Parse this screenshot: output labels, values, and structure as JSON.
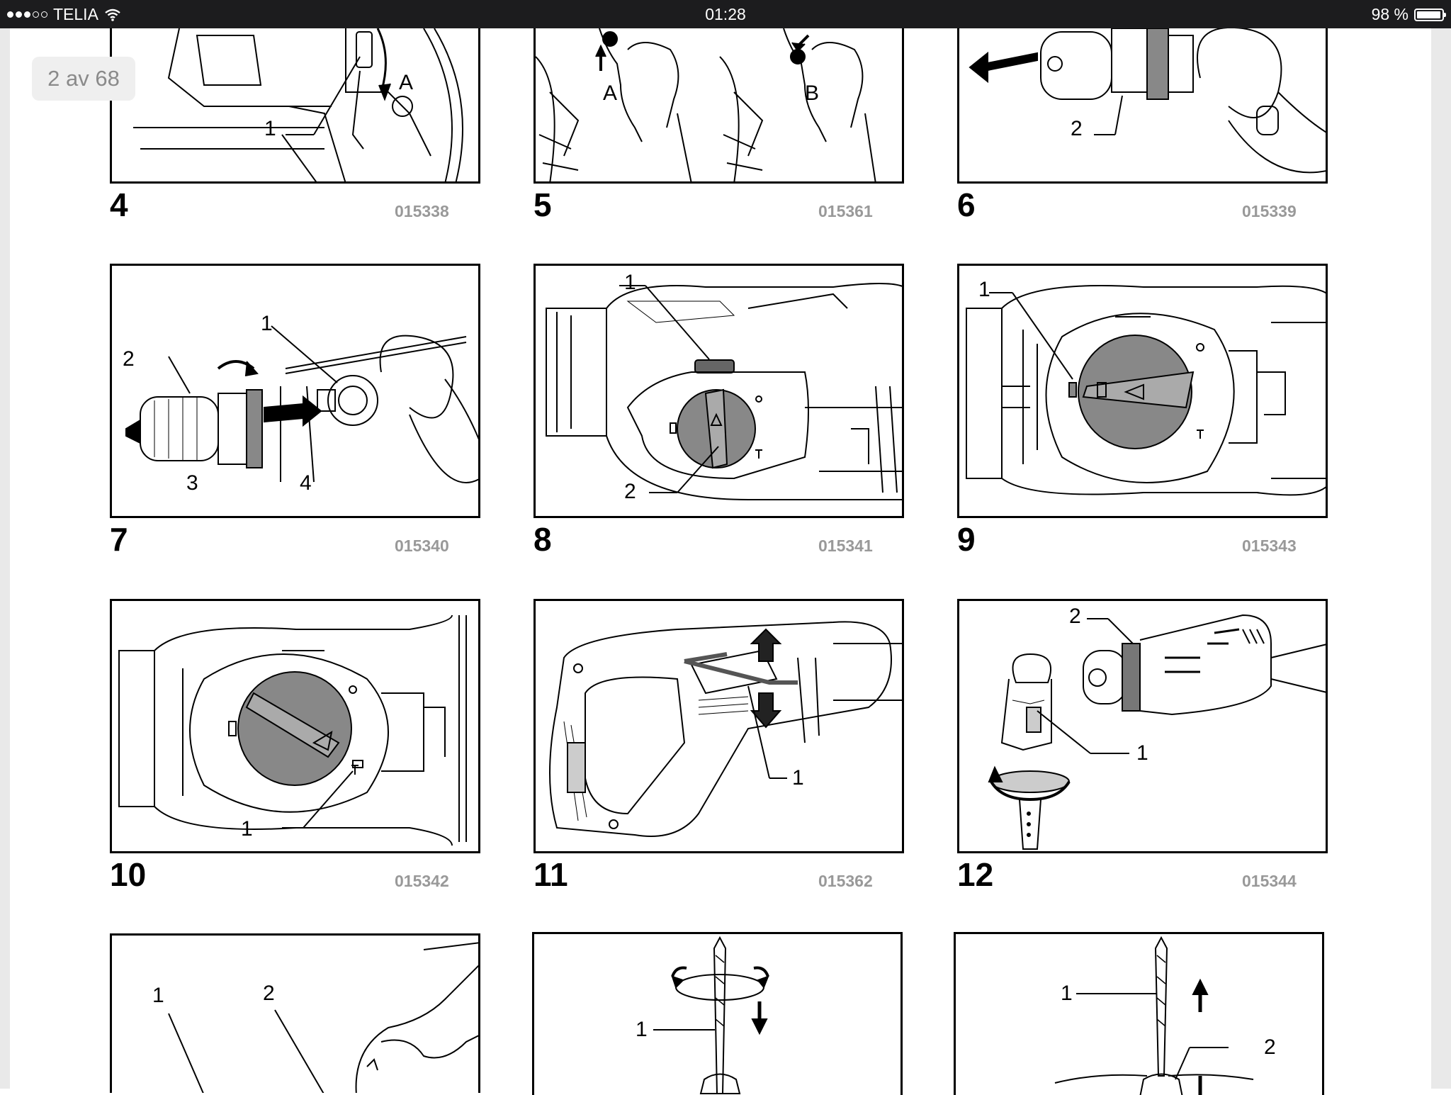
{
  "status_bar": {
    "carrier": "TELIA",
    "time": "01:28",
    "battery_text": "98 %",
    "battery_level": 0.98
  },
  "viewer": {
    "page_indicator": "2 av 68"
  },
  "figures": [
    {
      "number": "4",
      "code": "015338",
      "callouts": [
        "1"
      ],
      "letters": [
        "A"
      ]
    },
    {
      "number": "5",
      "code": "015361",
      "letters": [
        "A",
        "B"
      ]
    },
    {
      "number": "6",
      "code": "015339",
      "callouts": [
        "2"
      ]
    },
    {
      "number": "7",
      "code": "015340",
      "callouts": [
        "1",
        "2",
        "3",
        "4"
      ]
    },
    {
      "number": "8",
      "code": "015341",
      "callouts": [
        "1",
        "2"
      ]
    },
    {
      "number": "9",
      "code": "015343",
      "callouts": [
        "1"
      ]
    },
    {
      "number": "10",
      "code": "015342",
      "callouts": [
        "1"
      ]
    },
    {
      "number": "11",
      "code": "015362",
      "callouts": [
        "1"
      ]
    },
    {
      "number": "12",
      "code": "015344",
      "callouts": [
        "2",
        "1"
      ]
    },
    {
      "callouts": [
        "1",
        "2"
      ]
    },
    {
      "callouts": [
        "1"
      ]
    },
    {
      "callouts": [
        "1",
        "2"
      ]
    }
  ]
}
